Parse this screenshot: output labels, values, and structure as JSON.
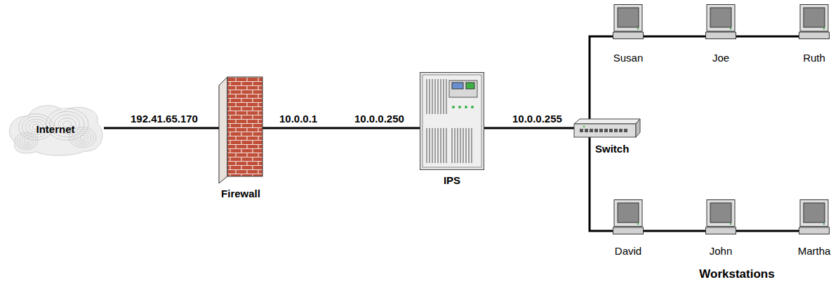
{
  "diagram": {
    "nodes": [
      {
        "text": [
          "Internet"
        ]
      },
      {
        "text": [
          "Firewall"
        ]
      },
      {
        "text": [
          "IPS"
        ]
      },
      {
        "text": [
          "Switch"
        ]
      },
      {
        "text": [
          "Susan"
        ]
      },
      {
        "text": [
          "Joe"
        ]
      },
      {
        "text": [
          "Ruth"
        ]
      },
      {
        "text": [
          "David"
        ]
      },
      {
        "text": [
          "John"
        ]
      },
      {
        "text": [
          "Martha"
        ]
      }
    ],
    "edges": [
      {
        "from": 0,
        "to": 1,
        "arrow": "none"
      },
      {
        "from": 1,
        "to": 2,
        "arrow": "none"
      },
      {
        "from": 2,
        "to": 3,
        "arrow": "none"
      },
      {
        "from": 3,
        "to": 4,
        "arrow": "none"
      },
      {
        "from": 4,
        "to": 5,
        "arrow": "none"
      },
      {
        "from": 5,
        "to": 6,
        "arrow": "none"
      },
      {
        "from": 3,
        "to": 7,
        "arrow": "none"
      },
      {
        "from": 7,
        "to": 8,
        "arrow": "none"
      },
      {
        "from": 8,
        "to": 9,
        "arrow": "none"
      }
    ],
    "labels": [
      "192.41.65.170",
      "10.0.0.1",
      "10.0.0.250",
      "10.0.0.255",
      "Workstations"
    ]
  }
}
